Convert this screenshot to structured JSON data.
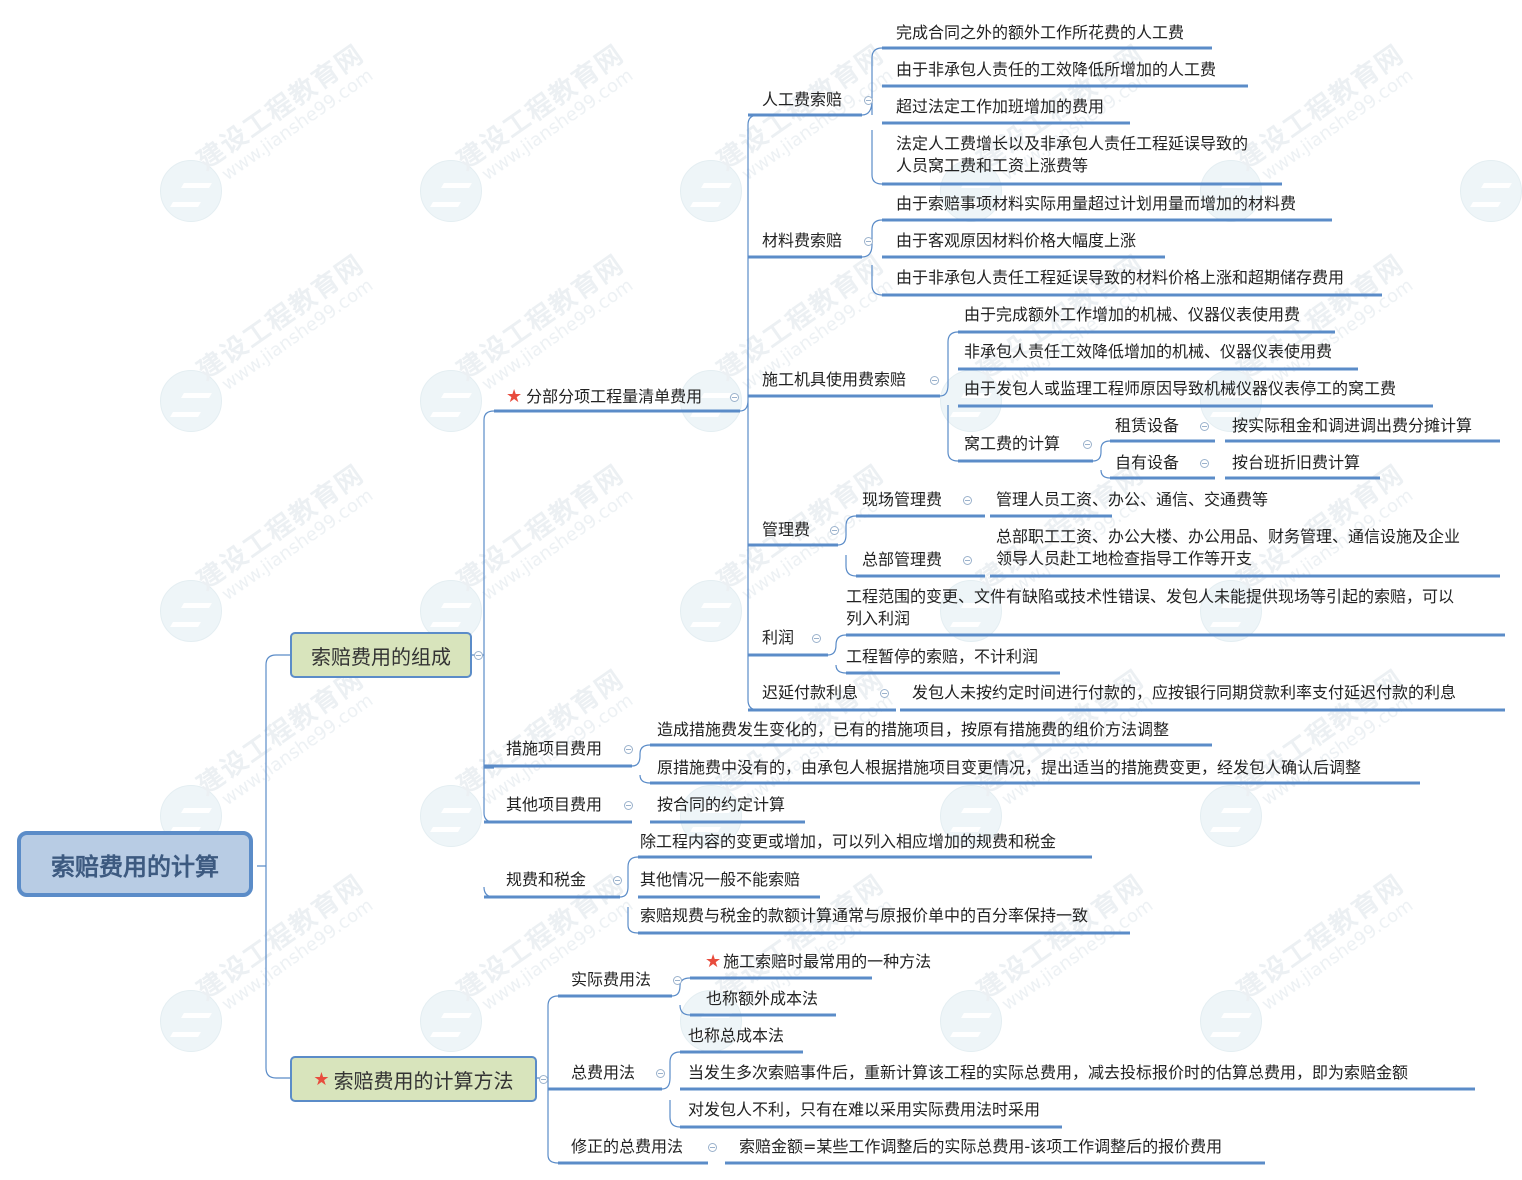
{
  "root": {
    "label": "索赔费用的计算"
  },
  "main_topics": [
    {
      "label": "索赔费用的组成",
      "starred": false
    },
    {
      "label": "索赔费用的计算方法",
      "starred": true
    }
  ],
  "composition": {
    "items": [
      {
        "label": "分部分项工程量清单费用",
        "starred": true,
        "children": [
          {
            "label": "人工费索赔",
            "children": [
              "完成合同之外的额外工作所花费的人工费",
              "由于非承包人责任的工效降低所增加的人工费",
              "超过法定工作加班增加的费用",
              "法定人工费增长以及非承包人责任工程延误导致的人员窝工费和工资上涨费等"
            ],
            "multiline_4": [
              "法定人工费增长以及非承包人责任工程延误导致的",
              "人员窝工费和工资上涨费等"
            ]
          },
          {
            "label": "材料费索赔",
            "children": [
              "由于索赔事项材料实际用量超过计划用量而增加的材料费",
              "由于客观原因材料价格大幅度上涨",
              "由于非承包人责任工程延误导致的材料价格上涨和超期储存费用"
            ]
          },
          {
            "label": "施工机具使用费索赔",
            "children": [
              "由于完成额外工作增加的机械、仪器仪表使用费",
              "非承包人责任工效降低增加的机械、仪器仪表使用费",
              "由于发包人或监理工程师原因导致机械仪器仪表停工的窝工费"
            ],
            "idle_calc": {
              "label": "窝工费的计算",
              "children": [
                {
                  "label": "租赁设备",
                  "detail": "按实际租金和调进调出费分摊计算"
                },
                {
                  "label": "自有设备",
                  "detail": "按台班折旧费计算"
                }
              ]
            }
          },
          {
            "label": "管理费",
            "children": [
              {
                "label": "现场管理费",
                "detail": [
                  "管理人员工资、办公、通信、交通费等"
                ]
              },
              {
                "label": "总部管理费",
                "detail": [
                  "总部职工工资、办公大楼、办公用品、财务管理、通信设施及企业",
                  "领导人员赴工地检查指导工作等开支"
                ]
              }
            ]
          },
          {
            "label": "利润",
            "children": [
              [
                "工程范围的变更、文件有缺陷或技术性错误、发包人未能提供现场等引起的索赔，可以",
                "列入利润"
              ],
              [
                "工程暂停的索赔，不计利润"
              ]
            ]
          },
          {
            "label": "迟延付款利息",
            "children": [
              "发包人未按约定时间进行付款的，应按银行同期贷款利率支付延迟付款的利息"
            ]
          }
        ]
      },
      {
        "label": "措施项目费用",
        "children": [
          "造成措施费发生变化的，已有的措施项目，按原有措施费的组价方法调整",
          "原措施费中没有的，由承包人根据措施项目变更情况，提出适当的措施费变更，经发包人确认后调整"
        ]
      },
      {
        "label": "其他项目费用",
        "children": [
          "按合同的约定计算"
        ]
      },
      {
        "label": "规费和税金",
        "children": [
          "除工程内容的变更或增加，可以列入相应增加的规费和税金",
          "其他情况一般不能索赔",
          "索赔规费与税金的款额计算通常与原报价单中的百分率保持一致"
        ]
      }
    ]
  },
  "methods": {
    "items": [
      {
        "label": "实际费用法",
        "children": [
          {
            "text": "施工索赔时最常用的一种方法",
            "starred": true
          },
          {
            "text": "也称额外成本法",
            "starred": false
          }
        ]
      },
      {
        "label": "总费用法",
        "children": [
          "也称总成本法",
          "当发生多次索赔事件后，重新计算该工程的实际总费用，减去投标报价时的估算总费用，即为索赔金额",
          "对发包人不利，只有在难以采用实际费用法时采用"
        ]
      },
      {
        "label": "修正的总费用法",
        "children": [
          "索赔金额=某些工作调整后的实际总费用-该项工作调整后的报价费用"
        ]
      }
    ]
  },
  "watermark": {
    "text": "建设工程教育网",
    "url": "www.jianshe99.com"
  },
  "icons": {
    "star": "★",
    "collapse": "collapse-toggle"
  },
  "colors": {
    "line": "#5b8cc8",
    "root_fill": "#b8cce4",
    "main_fill": "#d8e4bc",
    "star": "#e84c3d"
  }
}
